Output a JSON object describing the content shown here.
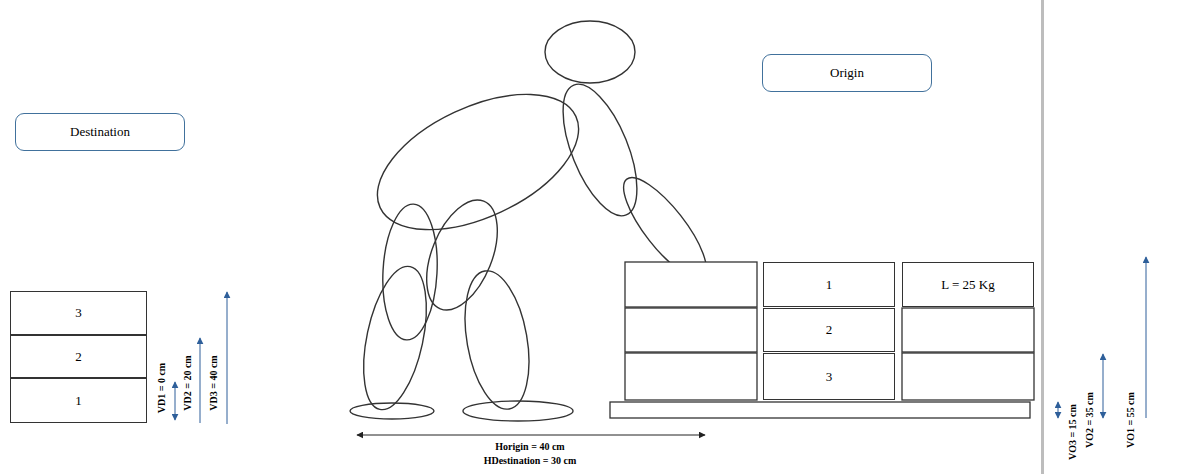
{
  "diagram": {
    "nodes": [
      {
        "text": [
          "Origin"
        ]
      },
      {
        "text": [
          "Destination"
        ]
      },
      {
        "text": [
          "3"
        ]
      },
      {
        "text": [
          "2"
        ]
      },
      {
        "text": [
          "1"
        ]
      },
      {
        "text": [
          "1"
        ]
      },
      {
        "text": [
          "2"
        ]
      },
      {
        "text": [
          "3"
        ]
      },
      {
        "text": [
          "L = 25 Kg"
        ]
      }
    ],
    "labels": [
      "VD1 = 0 cm",
      "VD2 = 20 cm",
      "VD3 = 40 cm",
      "VO3 = 15 cm",
      "VO2 = 35 cm",
      "VO1 = 55 cm",
      "Horigin = 40 cm",
      "HDestination = 30 cm"
    ]
  }
}
